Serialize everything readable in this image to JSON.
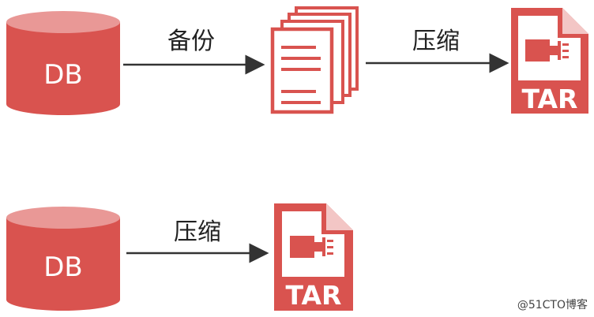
{
  "rows": [
    {
      "db_label": "DB",
      "step1_label": "备份",
      "step2_label": "压缩",
      "tar_label": "TAR"
    },
    {
      "db_label": "DB",
      "step1_label": "压缩",
      "tar_label": "TAR"
    }
  ],
  "watermark": "@51CTO博客",
  "colors": {
    "primary": "#d9534f",
    "cylinder_top": "#e99896",
    "arrow": "#333333",
    "text": "#222222"
  },
  "icons": [
    "database-cylinder-icon",
    "document-stack-icon",
    "tar-archive-icon"
  ]
}
